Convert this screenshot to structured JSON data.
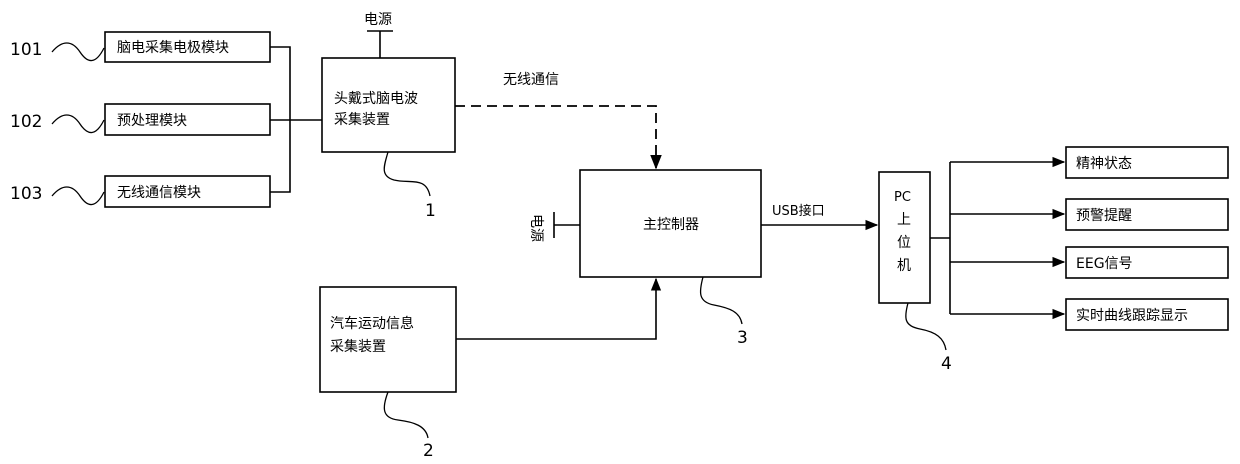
{
  "modules": {
    "m101": {
      "label": "脑电采集电极模块",
      "ref": "101"
    },
    "m102": {
      "label": "预处理模块",
      "ref": "102"
    },
    "m103": {
      "label": "无线通信模块",
      "ref": "103"
    }
  },
  "headset": {
    "line1": "头戴式脑电波",
    "line2": "采集装置",
    "ref": "1",
    "power": "电源"
  },
  "wireless_label": "无线通信",
  "vehicle": {
    "line1": "汽车运动信息",
    "line2": "采集装置",
    "ref": "2"
  },
  "controller": {
    "label": "主控制器",
    "ref": "3",
    "power": "电源"
  },
  "usb_label": "USB接口",
  "pc": {
    "line1": "PC",
    "line2": "上",
    "line3": "位",
    "line4": "机",
    "ref": "4"
  },
  "outputs": [
    "精神状态",
    "预警提醒",
    "EEG信号",
    "实时曲线跟踪显示"
  ]
}
